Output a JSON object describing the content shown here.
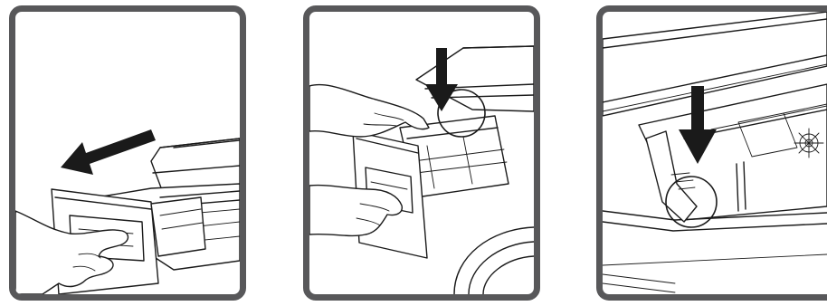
{
  "steps": [
    {
      "id": 1,
      "action": "pull-drawer-out",
      "arrow": "left"
    },
    {
      "id": 2,
      "action": "press-release-lever",
      "arrow": "down"
    },
    {
      "id": 3,
      "action": "lever-detail",
      "arrow": "down"
    }
  ],
  "colors": {
    "frame": "#58585a",
    "line": "#1a1a1a",
    "background": "#ffffff"
  },
  "icons": [
    "left-arrow-icon",
    "down-arrow-icon",
    "highlight-circle-icon"
  ]
}
